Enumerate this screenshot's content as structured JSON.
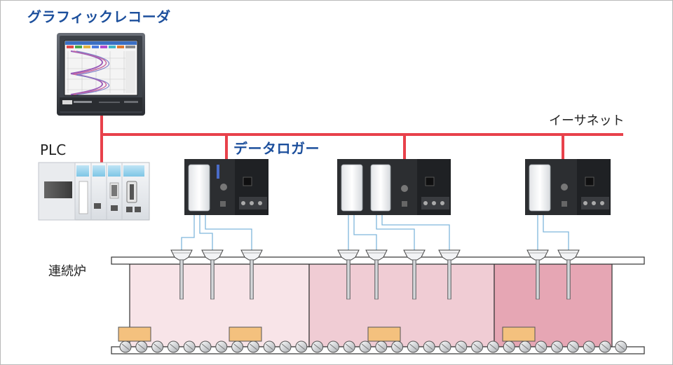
{
  "labels": {
    "graphic_recorder": "グラフィックレコーダ",
    "plc": "PLC",
    "ethernet": "イーサネット",
    "data_logger": "データロガー",
    "continuous_furnace": "連続炉"
  },
  "colors": {
    "ethernet_line": "#e8414b",
    "sensor_wire": "#7fb6dc",
    "zone_1": "#f8e4e8",
    "zone_2": "#f0ccd4",
    "zone_3": "#e6a6b4",
    "workpiece": "#f4c17e",
    "accent_blue": "#1c4f9c"
  },
  "icons": {
    "recorder": "graphic-recorder-icon",
    "plc": "plc-icon",
    "logger": "data-logger-icon",
    "sensor": "thermocouple-sensor-icon",
    "roller": "conveyor-roller-icon"
  }
}
